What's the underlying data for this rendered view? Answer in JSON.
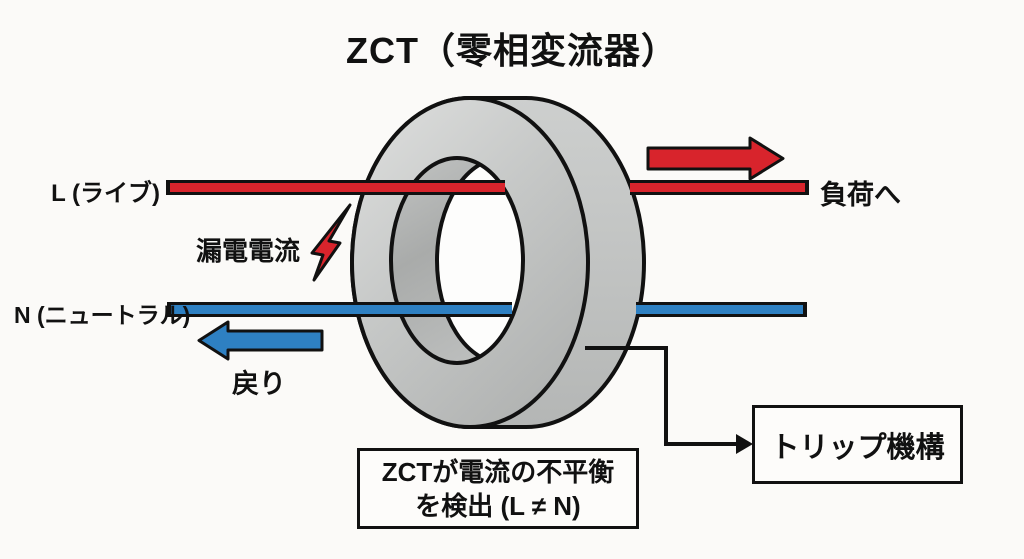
{
  "title": "ZCT（零相変流器）",
  "colors": {
    "live_red": "#d8242c",
    "neutral_blue": "#2e80c2",
    "core_gray": "#c3c5c4",
    "outline_black": "#111111",
    "background": "#fbfaf8"
  },
  "wires": {
    "live": {
      "label": "L (ライブ)",
      "flow_arrow_label": "負荷へ"
    },
    "neutral": {
      "label": "N (ニュートラル)",
      "flow_arrow_label": "戻り"
    }
  },
  "leakage": {
    "label": "漏電電流",
    "icon": "lightning-bolt-icon"
  },
  "trip_box": {
    "label": "トリップ機構"
  },
  "detect_box": {
    "line1": "ZCTが電流の不平衡",
    "line2": "を検出 (L ≠ N)"
  }
}
